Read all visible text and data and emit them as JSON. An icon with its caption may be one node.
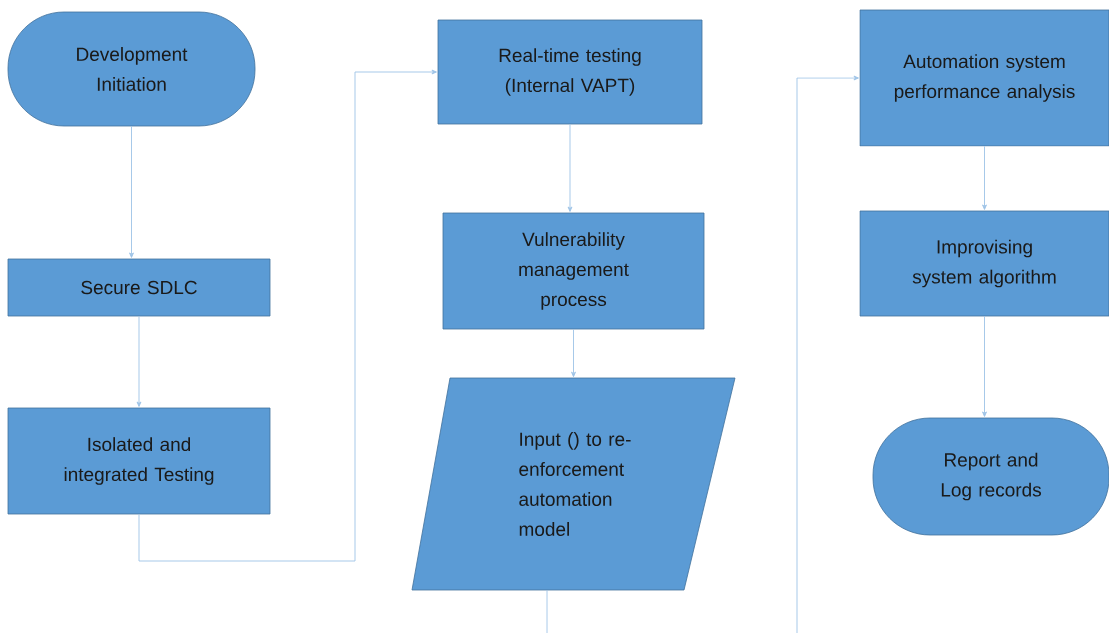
{
  "diagram": {
    "nodes": [
      {
        "text": [
          "Development Initiation"
        ]
      },
      {
        "text": [
          "Secure SDLC"
        ]
      },
      {
        "text": [
          "Isolated and integrated Testing"
        ]
      },
      {
        "text": [
          "Real-time testing (Internal VAPT)"
        ]
      },
      {
        "text": [
          "Vulnerability management process"
        ]
      },
      {
        "text": [
          "Input () to re-enforcement automation model"
        ]
      },
      {
        "text": [
          "Automation system performance analysis"
        ]
      },
      {
        "text": [
          "Improvising system algorithm"
        ]
      },
      {
        "text": [
          "Report and Log records"
        ]
      }
    ],
    "edges": [
      {
        "from": 0,
        "to": 1,
        "arrow": "to"
      },
      {
        "from": 1,
        "to": 2,
        "arrow": "to"
      },
      {
        "from": 2,
        "to": 3,
        "arrow": "to"
      },
      {
        "from": 3,
        "to": 4,
        "arrow": "to"
      },
      {
        "from": 4,
        "to": 5,
        "arrow": "to"
      },
      {
        "from": 5,
        "to": 6,
        "arrow": "to"
      },
      {
        "from": 6,
        "to": 7,
        "arrow": "to"
      },
      {
        "from": 7,
        "to": 8,
        "arrow": "to"
      }
    ]
  }
}
